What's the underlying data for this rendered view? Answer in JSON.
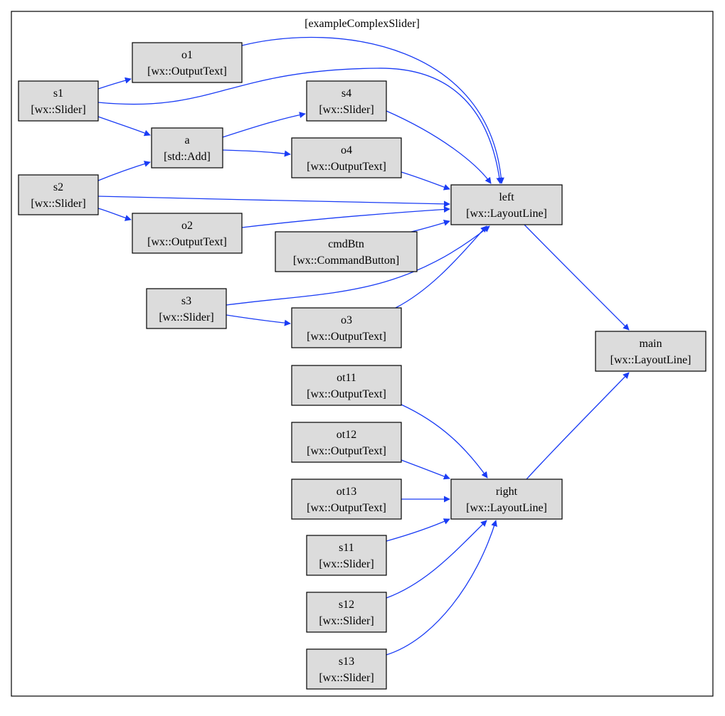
{
  "diagram": {
    "title": "[exampleComplexSlider]",
    "colors": {
      "node_fill": "#dcdcdc",
      "node_border": "#000000",
      "edge": "#1a3cf5",
      "background": "#ffffff"
    },
    "nodes": [
      {
        "id": "o1",
        "name": "o1",
        "type": "[wx::OutputText]"
      },
      {
        "id": "s1",
        "name": "s1",
        "type": "[wx::Slider]"
      },
      {
        "id": "s4",
        "name": "s4",
        "type": "[wx::Slider]"
      },
      {
        "id": "a",
        "name": "a",
        "type": "[std::Add]"
      },
      {
        "id": "o4",
        "name": "o4",
        "type": "[wx::OutputText]"
      },
      {
        "id": "s2",
        "name": "s2",
        "type": "[wx::Slider]"
      },
      {
        "id": "left",
        "name": "left",
        "type": "[wx::LayoutLine]"
      },
      {
        "id": "o2",
        "name": "o2",
        "type": "[wx::OutputText]"
      },
      {
        "id": "cmdBtn",
        "name": "cmdBtn",
        "type": "[wx::CommandButton]"
      },
      {
        "id": "s3",
        "name": "s3",
        "type": "[wx::Slider]"
      },
      {
        "id": "o3",
        "name": "o3",
        "type": "[wx::OutputText]"
      },
      {
        "id": "main",
        "name": "main",
        "type": "[wx::LayoutLine]"
      },
      {
        "id": "ot11",
        "name": "ot11",
        "type": "[wx::OutputText]"
      },
      {
        "id": "ot12",
        "name": "ot12",
        "type": "[wx::OutputText]"
      },
      {
        "id": "ot13",
        "name": "ot13",
        "type": "[wx::OutputText]"
      },
      {
        "id": "right",
        "name": "right",
        "type": "[wx::LayoutLine]"
      },
      {
        "id": "s11",
        "name": "s11",
        "type": "[wx::Slider]"
      },
      {
        "id": "s12",
        "name": "s12",
        "type": "[wx::Slider]"
      },
      {
        "id": "s13",
        "name": "s13",
        "type": "[wx::Slider]"
      }
    ],
    "edges": [
      {
        "from": "s1",
        "to": "o1"
      },
      {
        "from": "s1",
        "to": "left"
      },
      {
        "from": "s1",
        "to": "a"
      },
      {
        "from": "o1",
        "to": "left"
      },
      {
        "from": "a",
        "to": "s4"
      },
      {
        "from": "a",
        "to": "o4"
      },
      {
        "from": "s4",
        "to": "left"
      },
      {
        "from": "s2",
        "to": "a"
      },
      {
        "from": "s2",
        "to": "left"
      },
      {
        "from": "s2",
        "to": "o2"
      },
      {
        "from": "o4",
        "to": "left"
      },
      {
        "from": "o2",
        "to": "left"
      },
      {
        "from": "cmdBtn",
        "to": "left"
      },
      {
        "from": "s3",
        "to": "left"
      },
      {
        "from": "s3",
        "to": "o3"
      },
      {
        "from": "o3",
        "to": "left"
      },
      {
        "from": "left",
        "to": "main"
      },
      {
        "from": "right",
        "to": "main"
      },
      {
        "from": "ot11",
        "to": "right"
      },
      {
        "from": "ot12",
        "to": "right"
      },
      {
        "from": "ot13",
        "to": "right"
      },
      {
        "from": "s11",
        "to": "right"
      },
      {
        "from": "s12",
        "to": "right"
      },
      {
        "from": "s13",
        "to": "right"
      }
    ]
  }
}
